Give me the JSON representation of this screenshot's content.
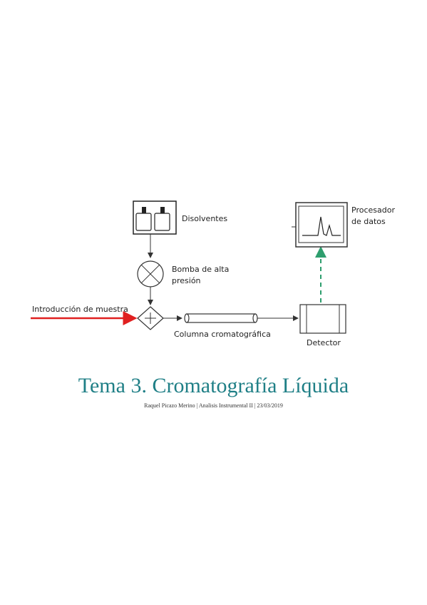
{
  "cover": {
    "title": "Tema 3. Cromatografía Líquida",
    "subtitle": "Raquel Picazo Merino | Analisis Instrumental II | 23/03/2019",
    "title_color": "#1f7f86"
  },
  "diagram": {
    "solvents_label": "Disolventes",
    "pump_label_line1": "Bomba de alta",
    "pump_label_line2": "presión",
    "sample_label": "Introducción de muestra",
    "column_label": "Columna cromatográfica",
    "detector_label": "Detector",
    "processor_label_line1": "Procesador",
    "processor_label_line2": "de datos",
    "colors": {
      "sample_arrow": "#e02020",
      "signal_arrow": "#2e9e6e",
      "lines": "#333333"
    }
  }
}
